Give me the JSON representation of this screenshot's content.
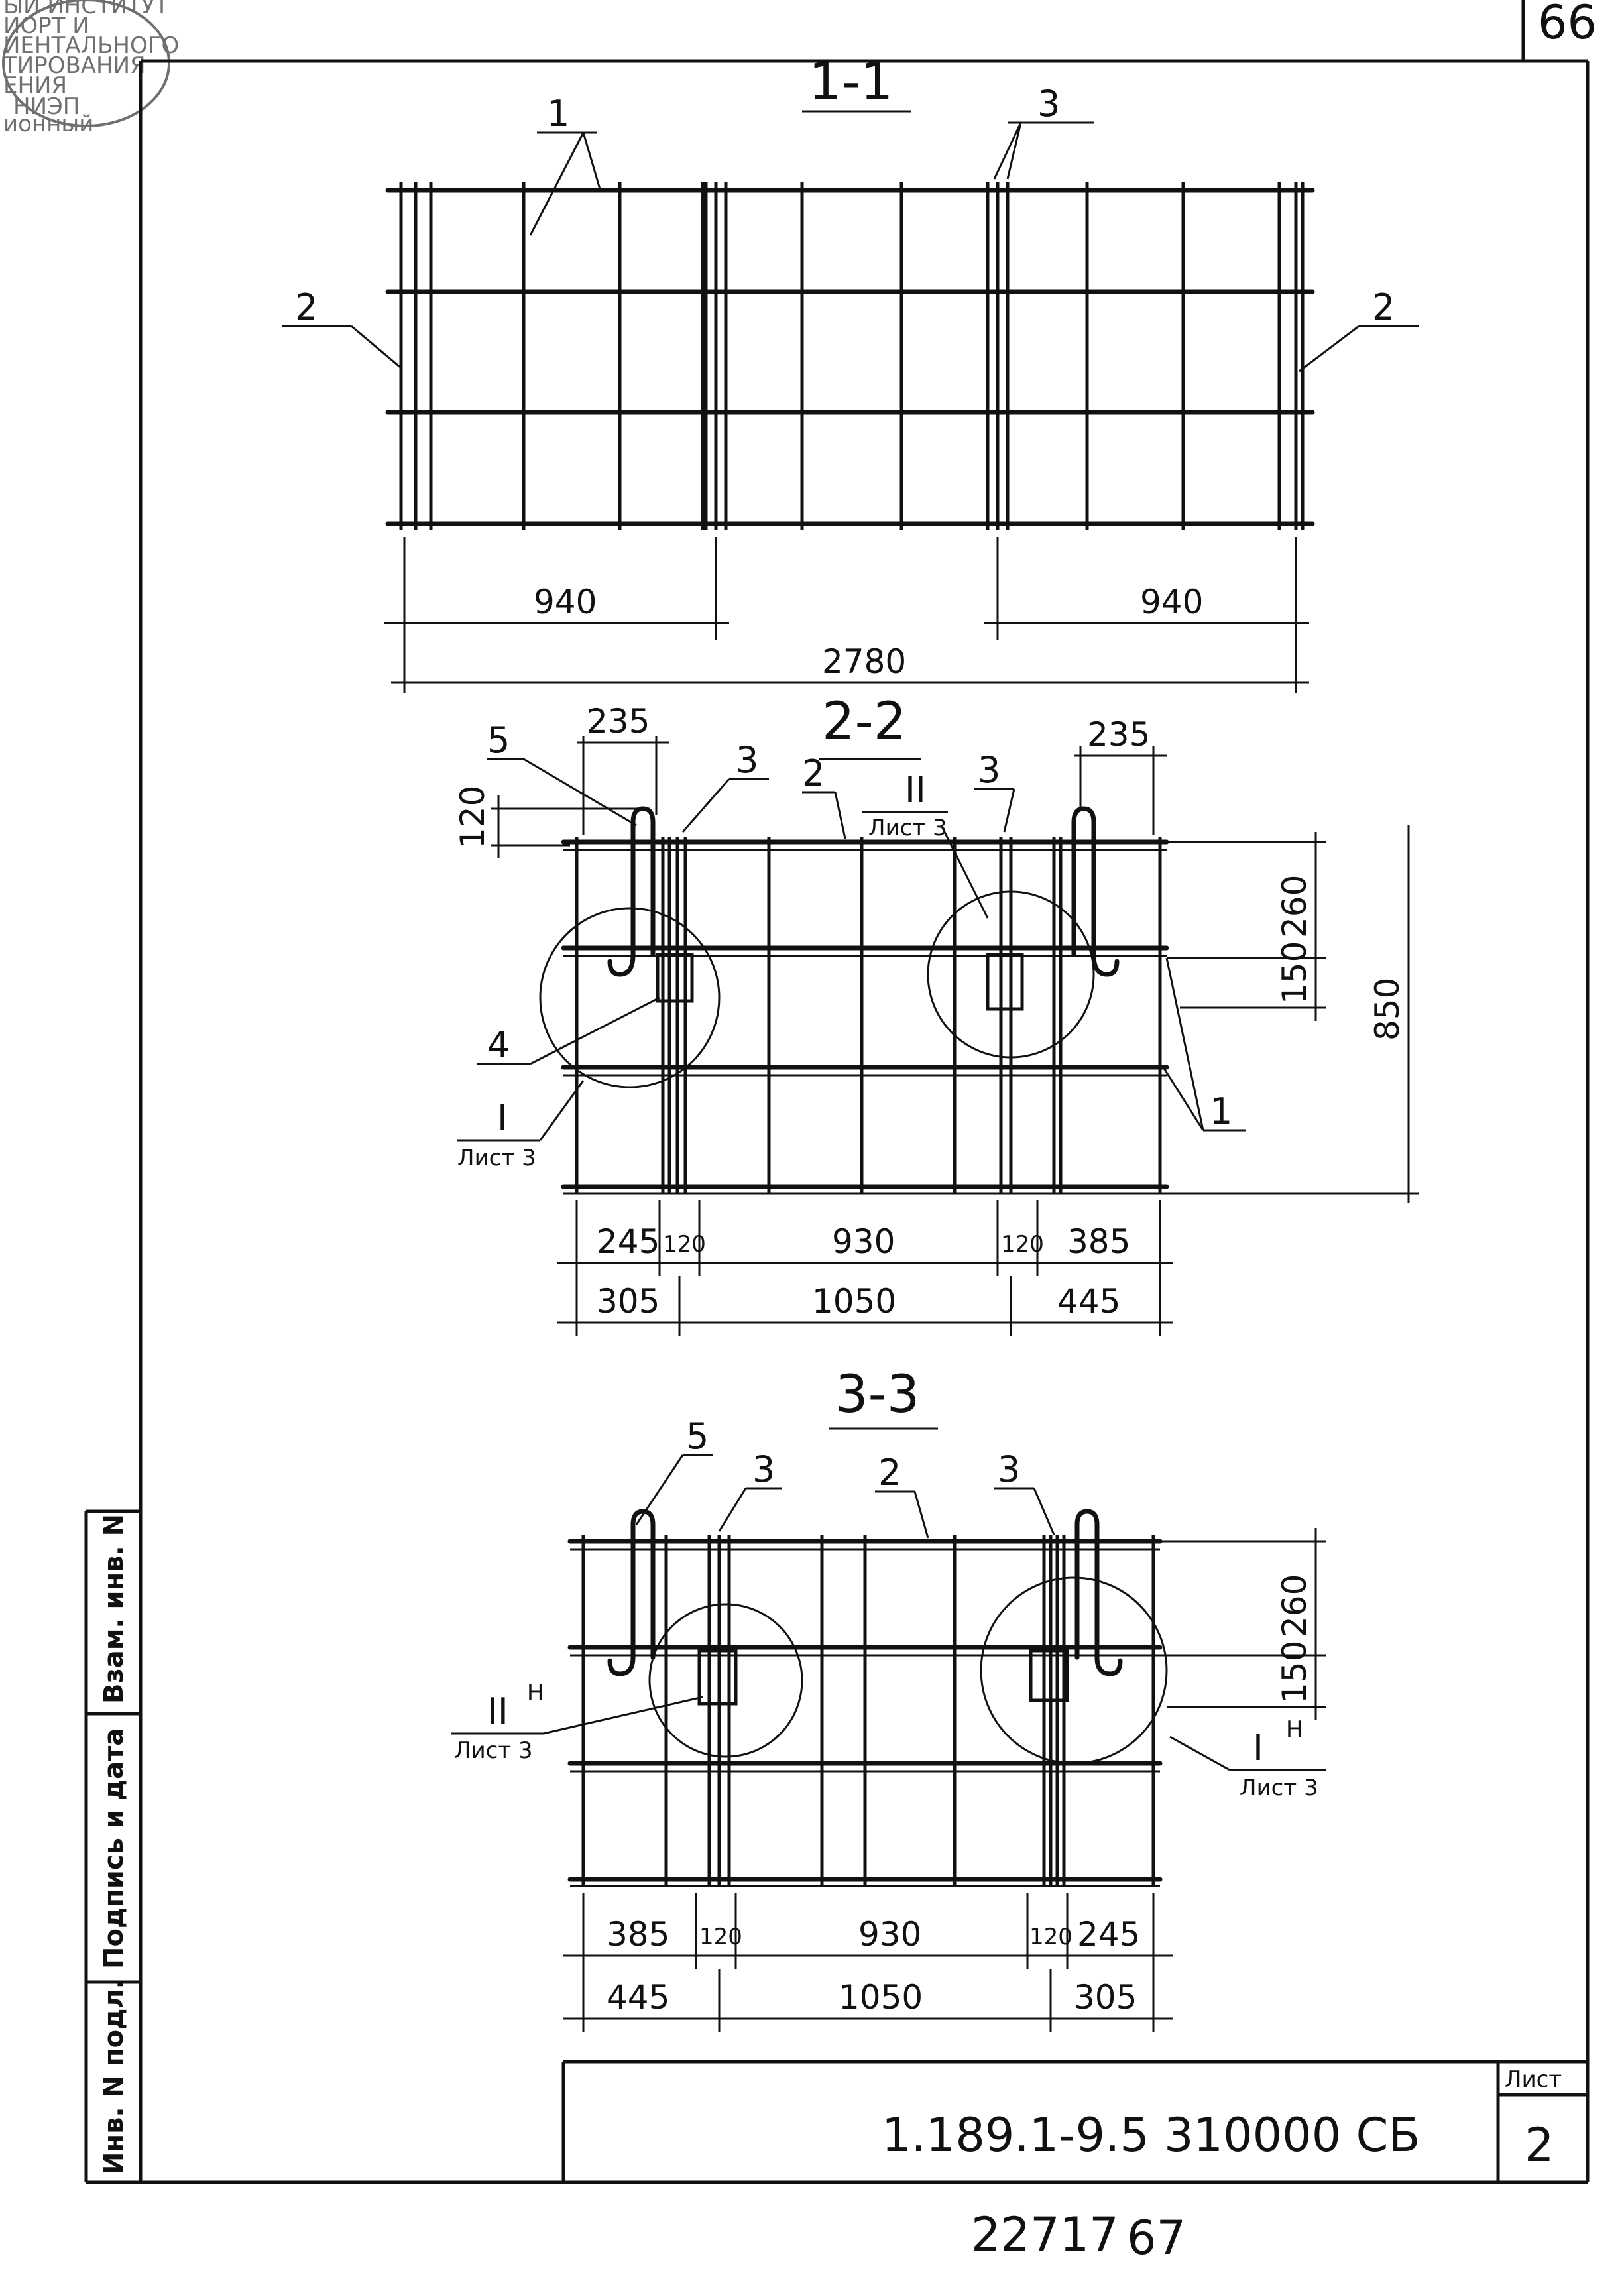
{
  "page_number": "66",
  "stamp": {
    "lines": [
      "ЫЙ ИНСТИТУТ",
      "ИОРТ И",
      "ИЕНТАЛЬНОГО",
      "ТИРОВАНИЯ",
      "ЕНИЯ",
      "НИЭП",
      "ионный"
    ]
  },
  "sections": {
    "s1": {
      "title": "1-1",
      "callouts": [
        "1",
        "3",
        "2",
        "2"
      ],
      "dims": [
        "940",
        "940",
        "2780"
      ]
    },
    "s2": {
      "title": "2-2",
      "callouts": [
        "5",
        "3",
        "2",
        "3",
        "4",
        "1"
      ],
      "detail_refs": [
        {
          "mark": "II",
          "sheet": "Лист 3"
        },
        {
          "mark": "I",
          "sheet": "Лист 3"
        }
      ],
      "top_dims": [
        "235",
        "235",
        "120"
      ],
      "right_dims": [
        "260",
        "150",
        "850"
      ],
      "bottom_row1": [
        "245",
        "120",
        "930",
        "120",
        "385"
      ],
      "bottom_row2": [
        "305",
        "1050",
        "445"
      ]
    },
    "s3": {
      "title": "3-3",
      "callouts": [
        "5",
        "3",
        "2",
        "3"
      ],
      "detail_refs": [
        {
          "mark": "II",
          "sup": "Н",
          "sheet": "Лист 3"
        },
        {
          "mark": "I",
          "sup": "Н",
          "sheet": "Лист 3"
        }
      ],
      "right_dims": [
        "260",
        "150"
      ],
      "bottom_row1": [
        "385",
        "120",
        "930",
        "120",
        "245"
      ],
      "bottom_row2": [
        "445",
        "1050",
        "305"
      ]
    }
  },
  "sidebar": {
    "labels": [
      "Инв. N подл.",
      "Подпись и дата",
      "Взам. инв. N"
    ]
  },
  "title_block": {
    "code": "1.189.1-9.5 310000 СБ",
    "sheet_label": "Лист",
    "sheet_number": "2"
  },
  "footer": {
    "number": "22717",
    "page": "67"
  }
}
